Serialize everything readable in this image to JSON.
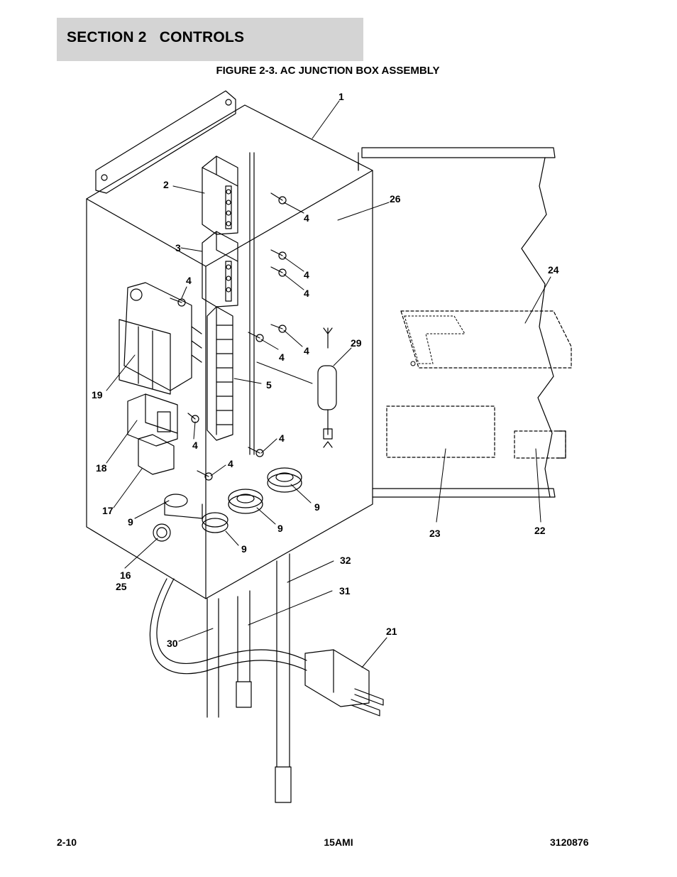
{
  "header": {
    "section_title": "SECTION 2   CONTROLS"
  },
  "figure": {
    "title": "FIGURE 2-3. AC JUNCTION BOX ASSEMBLY"
  },
  "callouts": {
    "c1": "1",
    "c2": "2",
    "c3": "3",
    "c4a": "4",
    "c4b": "4",
    "c4c": "4",
    "c4d": "4",
    "c4e": "4",
    "c4f": "4",
    "c4g": "4",
    "c4h": "4",
    "c4i": "4",
    "c5": "5",
    "c9a": "9",
    "c9b": "9",
    "c9c": "9",
    "c9d": "9",
    "c16": "16",
    "c25": "25",
    "c17": "17",
    "c18": "18",
    "c19": "19",
    "c21": "21",
    "c22": "22",
    "c23": "23",
    "c24": "24",
    "c26": "26",
    "c29": "29",
    "c30": "30",
    "c31": "31",
    "c32": "32"
  },
  "footer": {
    "page": "2-10",
    "model": "15AMI",
    "doc_number": "3120876"
  }
}
